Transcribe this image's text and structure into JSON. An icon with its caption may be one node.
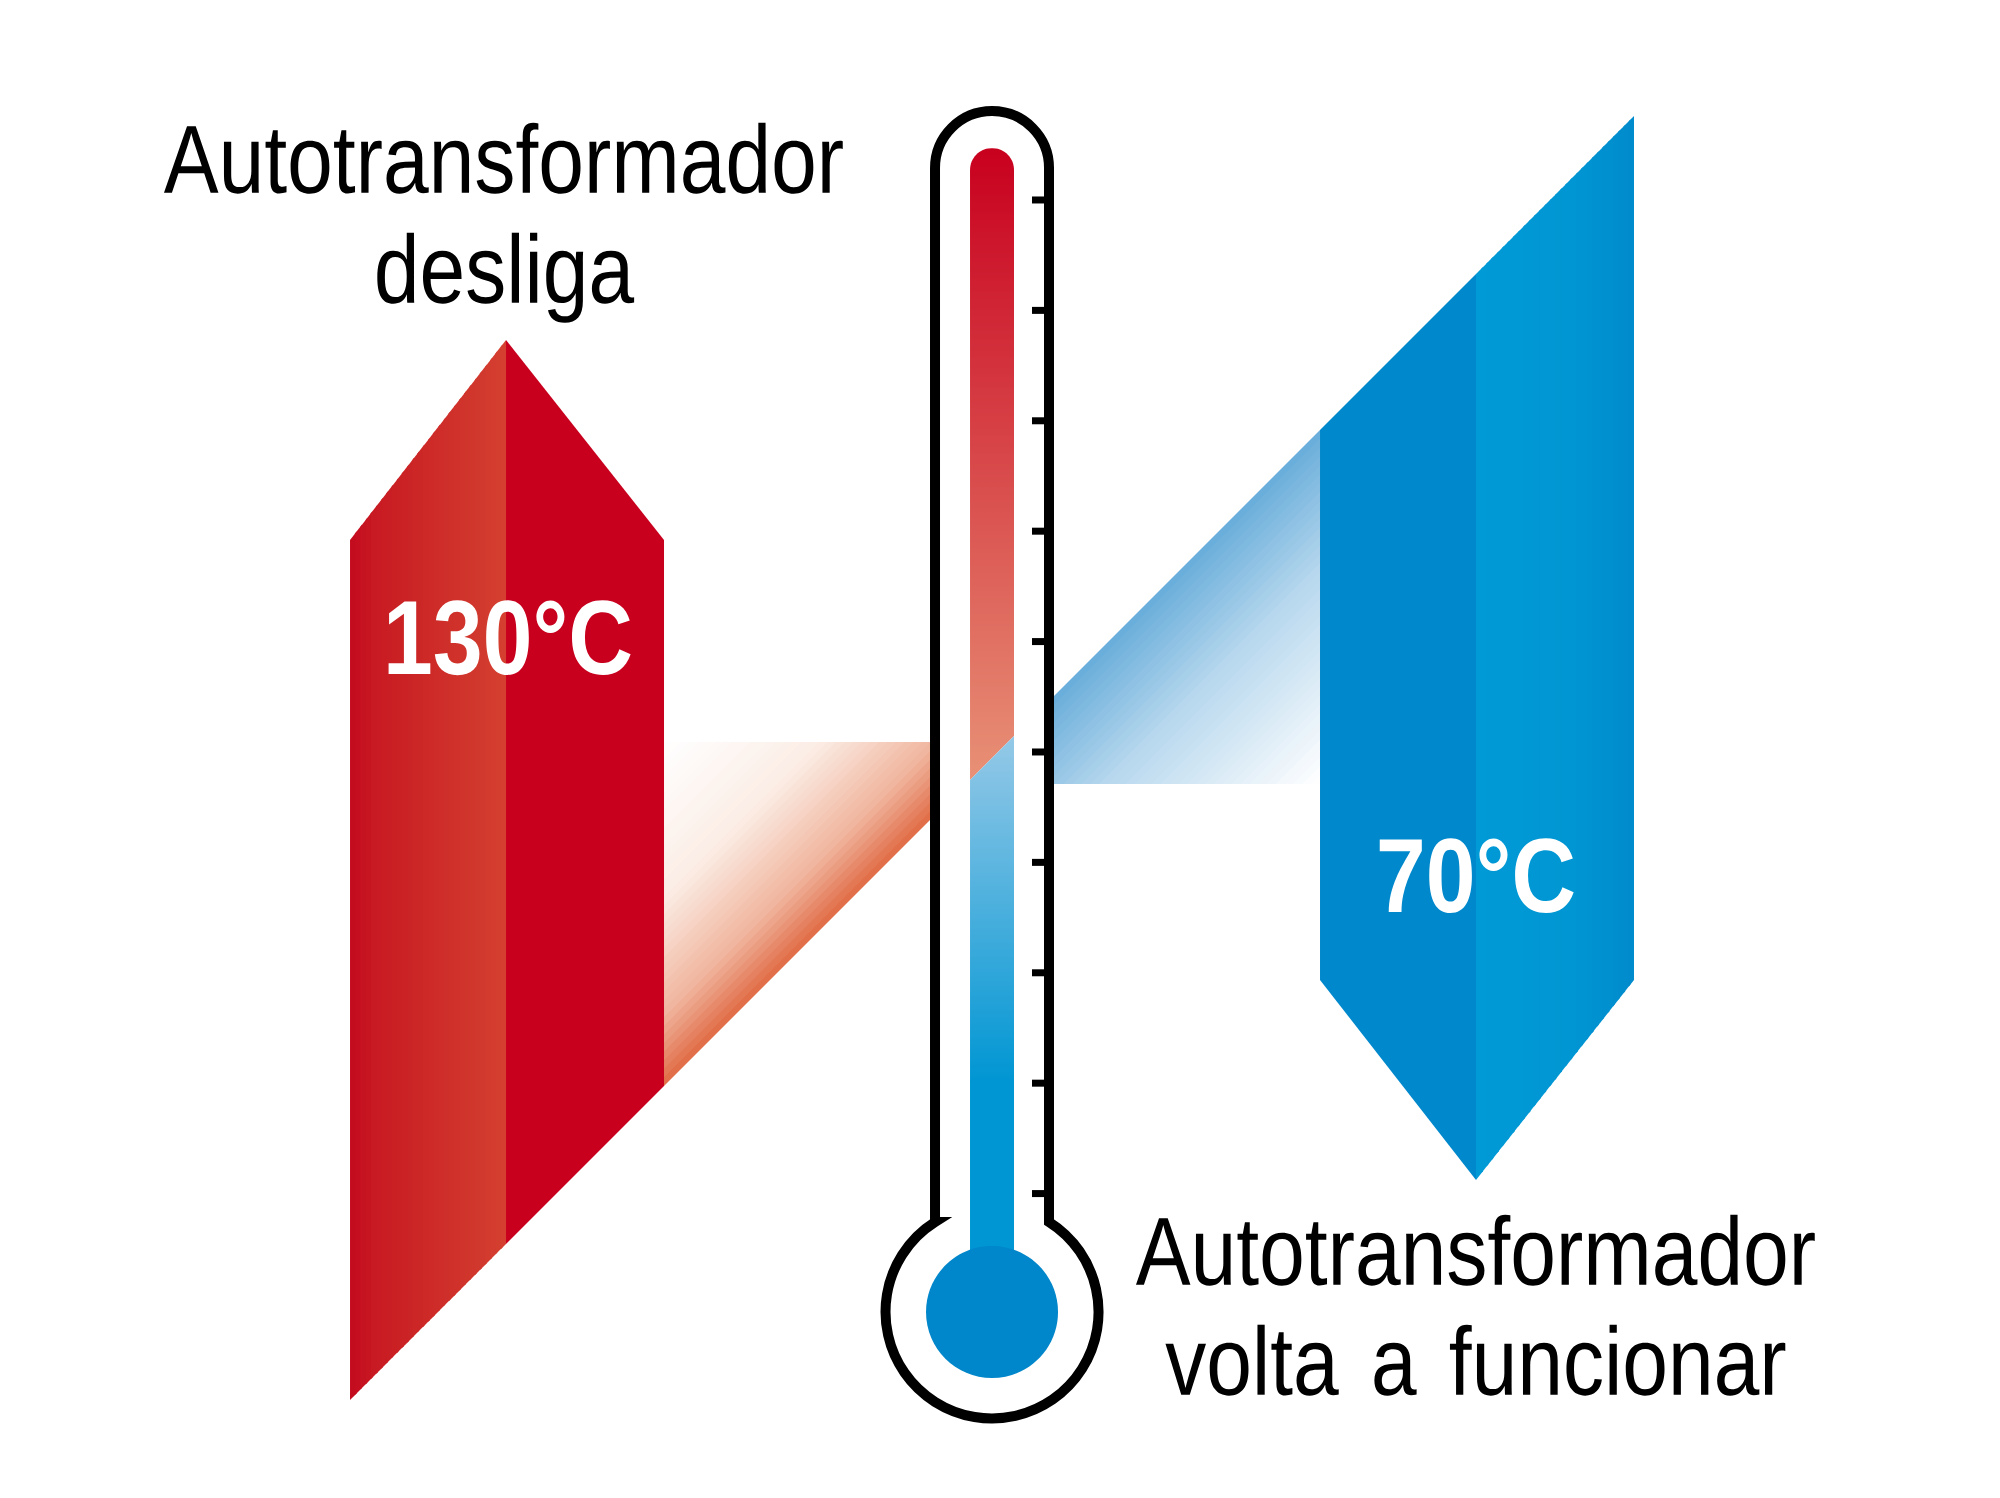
{
  "diagram": {
    "nodes": [
      {
        "text": [
          "130°C"
        ],
        "beside": [
          "Autotransformador desliga"
        ]
      },
      {
        "text": [
          "70°C"
        ],
        "beside": [
          "Autotransformador volta a funcionar"
        ]
      }
    ]
  }
}
